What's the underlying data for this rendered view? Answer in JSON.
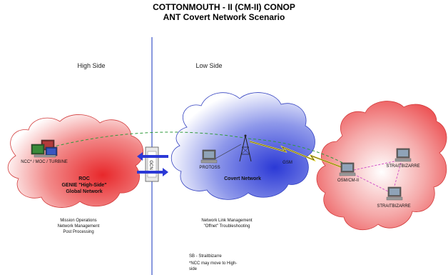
{
  "title": {
    "line1": "COTTONMOUTH - II (CM-II) CONOP",
    "line2": "ANT Covert Network Scenario"
  },
  "sides": {
    "high": "High Side",
    "low": "Low Side"
  },
  "left_cloud": {
    "node_label": "NCC* / MOC / TURBINE",
    "title1": "ROC",
    "title2": "GENIE \"High-Side\"",
    "title3": "Global Network",
    "notes": [
      "Mission Operations",
      "Network Management",
      "Post Processing"
    ]
  },
  "gateway": {
    "label": "GCN"
  },
  "middle_cloud": {
    "node_label": "PROTOSS",
    "title": "Covert Network",
    "link_label": "GSM",
    "notes": [
      "Network Link Management",
      "\"Offnet\" Troubleshooting"
    ]
  },
  "right_cloud": {
    "node_cm": "OSM/CM-II",
    "node_top": "STRAITBIZARRE",
    "node_bottom": "STRAITBIZARRE"
  },
  "footnotes": {
    "line1": "SB - Straitbizarre",
    "line2": "*NCC may move to High-",
    "line3": "side"
  },
  "colors": {
    "red": "#e8282b",
    "blue": "#2b39d6",
    "divider": "#3b55c8",
    "dashed_green": "#2f9a3c",
    "dashed_pink": "#d457c9",
    "lightning": "#f1e13a"
  }
}
